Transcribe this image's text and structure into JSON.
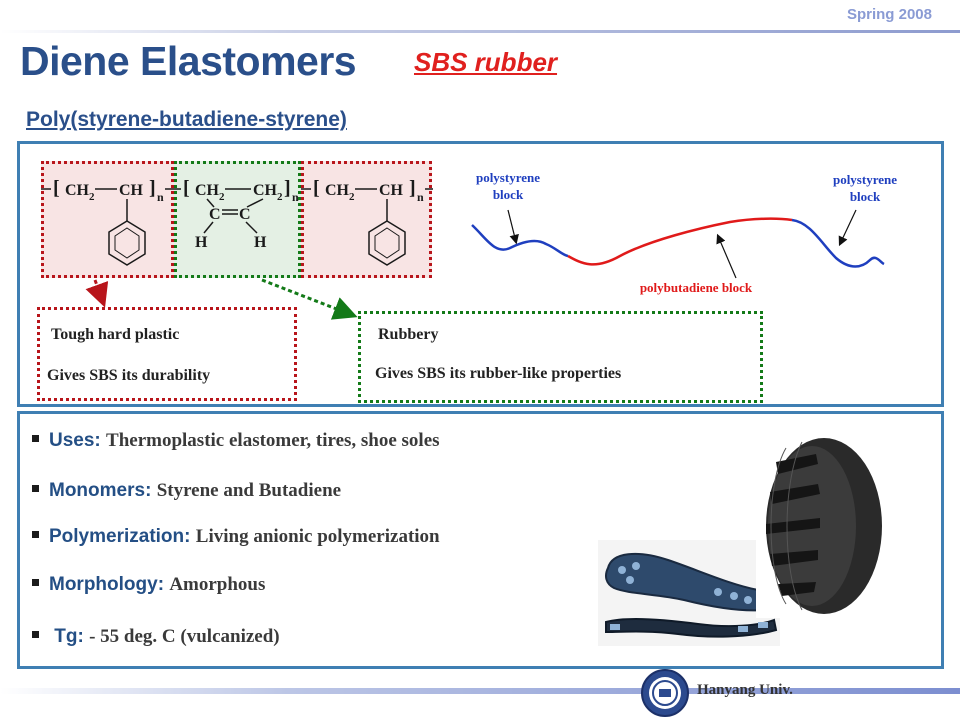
{
  "header": {
    "season": "Spring 2008",
    "title": "Diene Elastomers",
    "subtitle": "SBS rubber",
    "heading": "Poly(styrene-butadiene-styrene)"
  },
  "structure": {
    "unit1": {
      "ch2": "CH",
      "ch2_sub": "2",
      "ch": "CH",
      "n": "n"
    },
    "unit2": {
      "ch2a": "CH",
      "ch2a_sub": "2",
      "ch2b": "CH",
      "ch2b_sub": "2",
      "c1": "C",
      "eq": "═",
      "c2": "C",
      "h1": "H",
      "h2": "H",
      "n": "n"
    },
    "unit3": {
      "ch2": "CH",
      "ch2_sub": "2",
      "ch": "CH",
      "n": "n"
    }
  },
  "block_diagram": {
    "ps_left_label": "polystyrene\nblock",
    "ps_right_label": "polystyrene\nblock",
    "pb_label": "polybutadiene block",
    "colors": {
      "polystyrene": "#1f3fbf",
      "polybutadiene": "#e01a1a"
    }
  },
  "properties": {
    "hard": {
      "title": "Tough hard plastic",
      "desc": "Gives SBS its durability"
    },
    "rubbery": {
      "title": "Rubbery",
      "desc": "Gives SBS its rubber-like properties"
    }
  },
  "facts": [
    {
      "term": "Uses:",
      "value": "Thermoplastic elastomer, tires, shoe soles"
    },
    {
      "term": "Monomers:",
      "value": "Styrene and Butadiene"
    },
    {
      "term": "Polymerization:",
      "value": "Living anionic polymerization"
    },
    {
      "term": "Morphology:",
      "value": "Amorphous"
    },
    {
      "term": "Tg:",
      "value": "- 55 deg. C (vulcanized)"
    }
  ],
  "footer": {
    "university": "Hanyang Univ."
  },
  "colors": {
    "title": "#2a4f8a",
    "accent_red": "#e0201e",
    "panel_border": "#3f7fb3"
  }
}
